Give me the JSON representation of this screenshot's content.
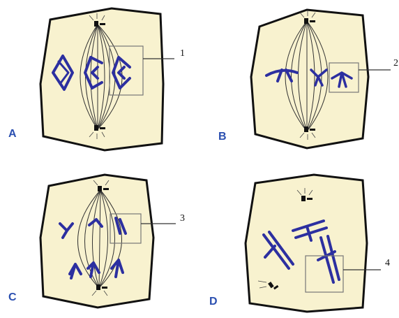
{
  "panels": [
    {
      "id": "A",
      "letter": "A",
      "label_number": "1"
    },
    {
      "id": "B",
      "letter": "B",
      "label_number": "2"
    },
    {
      "id": "C",
      "letter": "C",
      "label_number": "3"
    },
    {
      "id": "D",
      "letter": "D",
      "label_number": "4"
    }
  ],
  "colors": {
    "cytoplasm": "#f8f2cf",
    "chromosome": "#2c2fa0",
    "letter": "#2a4fb0"
  }
}
